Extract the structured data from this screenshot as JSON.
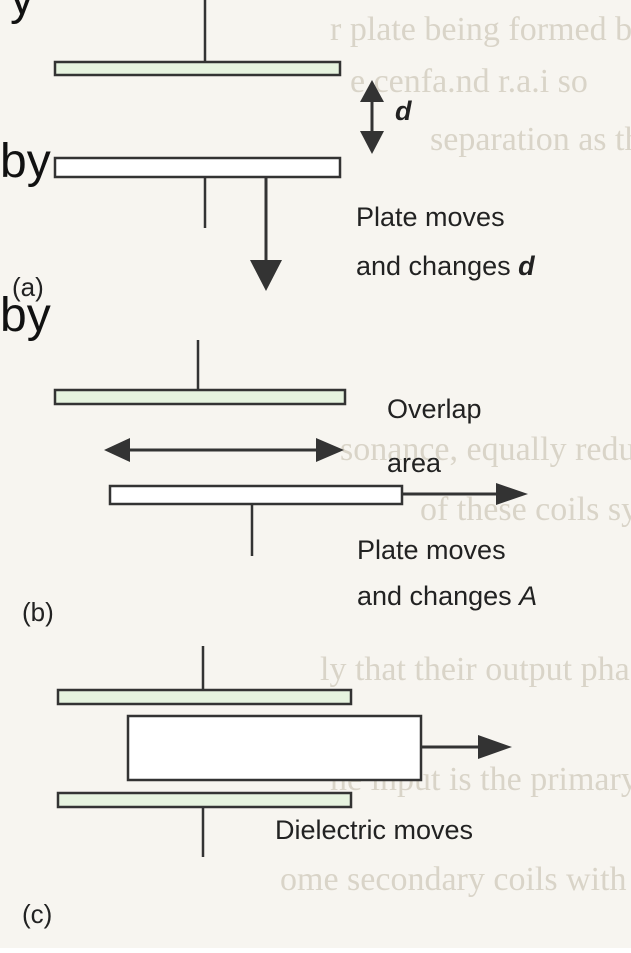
{
  "fragments": {
    "top": "y",
    "mid": "by",
    "lower": "by"
  },
  "panel_a": {
    "label": "(a)",
    "gap_symbol": "d",
    "caption_line1": "Plate moves",
    "caption_line2": "and changes",
    "caption_var": "d"
  },
  "panel_b": {
    "label": "(b)",
    "overlap_line1": "Overlap",
    "overlap_line2": "area",
    "caption_line1": "Plate moves",
    "caption_line2": "and changes",
    "caption_var": "A"
  },
  "panel_c": {
    "label": "(c)",
    "caption": "Dielectric moves"
  },
  "colors": {
    "ink": "#333333",
    "background": "#f7f5f0",
    "plate_tint": "#e6f3df"
  }
}
